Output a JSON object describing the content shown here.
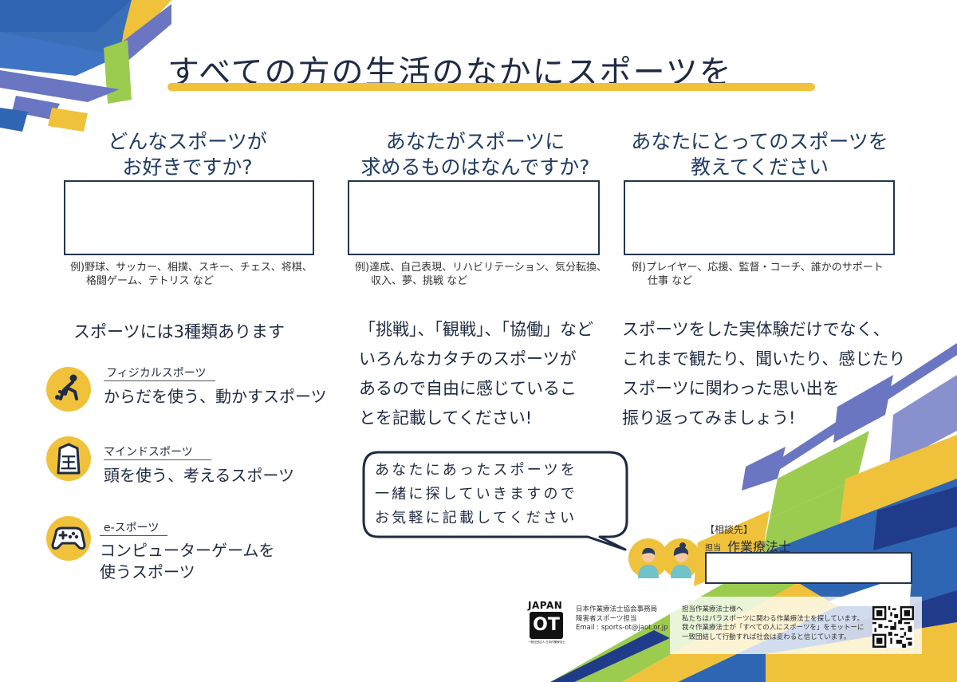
{
  "title": "すべての方の生活のなかにスポーツを",
  "questions": [
    {
      "lines": [
        "どんなスポーツが",
        "お好きですか?"
      ],
      "example_lines": [
        "例)野球、サッカー、相撲、スキー、チェス、将棋、",
        "格闘ゲーム、テトリス など"
      ]
    },
    {
      "lines": [
        "あなたがスポーツに",
        "求めるものはなんですか?"
      ],
      "example_lines": [
        "例)達成、自己表現、リハビリテーション、気分転換、",
        "収入、夢、挑戦 など"
      ]
    },
    {
      "lines": [
        "あなたにとってのスポーツを",
        "教えてください"
      ],
      "example_lines": [
        "例)プレイヤー、応援、監督・コーチ、誰かのサポート",
        "仕事 など"
      ]
    }
  ],
  "kinds": {
    "title": "スポーツには3種類あります",
    "items": [
      {
        "label": "フィジカルスポーツ",
        "desc_lines": [
          "からだを使う、動かすスポーツ"
        ],
        "icon": "physical-sport-icon"
      },
      {
        "label": "マインドスポーツ",
        "desc_lines": [
          "頭を使う、考えるスポーツ"
        ],
        "icon": "shogi-piece-icon",
        "icon_glyph": "王"
      },
      {
        "label": "e-スポーツ",
        "desc_lines": [
          "コンピューターゲームを",
          "使うスポーツ"
        ],
        "icon": "game-controller-icon"
      }
    ]
  },
  "middle_paragraph": [
    "「挑戦」、「観戦」、「協働」など",
    "いろんなカタチのスポーツが",
    "あるので自由に感じているこ",
    "とを記載してください!"
  ],
  "right_paragraph": [
    "スポーツをした実体験だけでなく、",
    "これまで観たり、聞いたり、感じたり",
    "スポーツに関わった思い出を",
    "振り返ってみましょう!"
  ],
  "bubble": [
    "あなたにあったスポーツを",
    "一緒に探していきますので",
    "お気軽に記載してください"
  ],
  "contact": {
    "label": "【相談先】",
    "tanto": "担当",
    "role": "作業療法士"
  },
  "footer": {
    "logo_text": "JAPAN",
    "logo_mark": "OT",
    "logo_small": "一般社団法人 日本作業療法士協会",
    "org_lines": [
      "日本作業療法士協会事務局",
      "障害者スポーツ担当",
      "Email : sports-ot@jaot.or.jp"
    ],
    "message_lines": [
      "担当作業療法士様へ",
      "私たちはパラスポーツに関わる作業療法士を探しています。",
      "我々作業療法士が「すべての人にスポーツを」をモットーに",
      "一致団結して行動すれば社会は変わると信じています。"
    ]
  },
  "colors": {
    "yellow": "#f0c23b",
    "blue": "#2f66b3",
    "navy": "#1f3b8a",
    "green": "#9ccc4f",
    "purple": "#6a76c1",
    "text": "#1f2a44"
  }
}
